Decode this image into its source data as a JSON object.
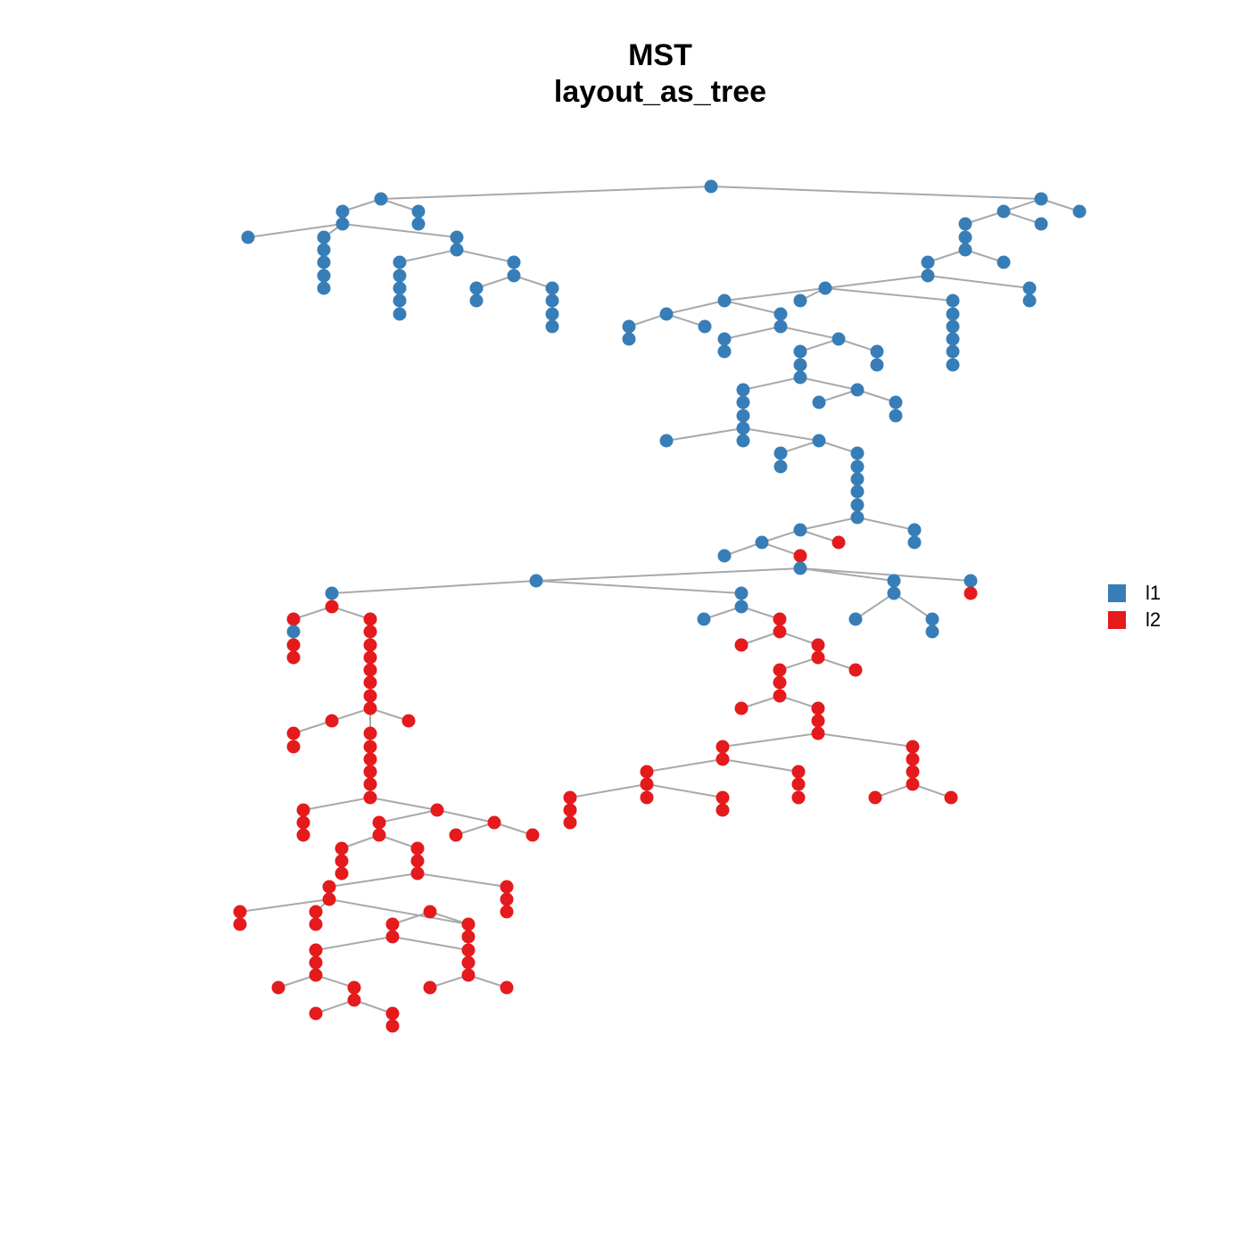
{
  "title": "MST",
  "subtitle": "layout_as_tree",
  "legend": [
    {
      "label": "l1",
      "color": "#377EB8"
    },
    {
      "label": "l2",
      "color": "#E41A1C"
    }
  ],
  "colors": {
    "l1": "#377EB8",
    "l2": "#E41A1C",
    "edge": "#A9A9A9"
  }
}
